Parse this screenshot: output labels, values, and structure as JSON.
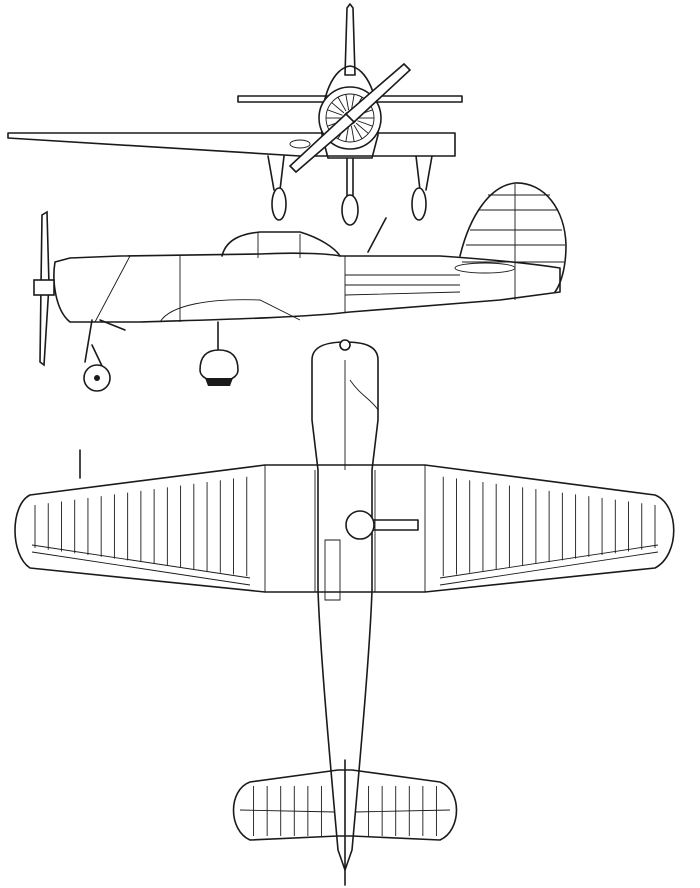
{
  "colors": {
    "background": "#ffffff",
    "line": "#1a1a1a"
  },
  "drawing": {
    "views": [
      "front-view",
      "side-view",
      "top-view"
    ],
    "wing_ribs_per_side": 17,
    "tail_ribs_per_side": 6
  }
}
